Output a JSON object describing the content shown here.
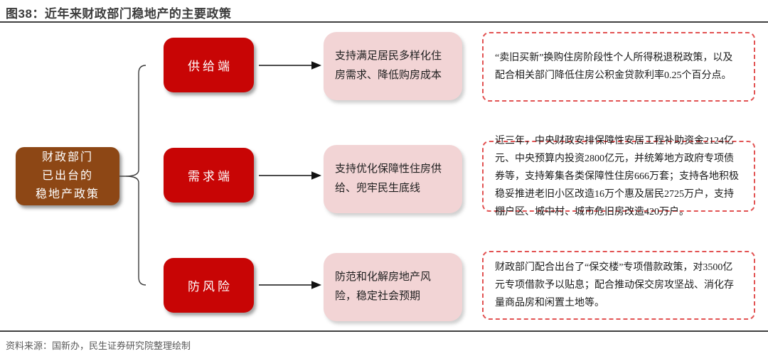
{
  "figure": {
    "title": "图38：近年来财政部门稳地产的主要政策",
    "source": "资料来源：国新办，民生证券研究院整理绘制"
  },
  "root": {
    "label": "财政部门\n已出台的\n稳地产政策"
  },
  "branches": [
    {
      "label": "供给端",
      "summary": "支持满足居民多样化住房需求、降低购房成本",
      "detail": "“卖旧买新”换购住房阶段性个人所得税退税政策，以及配合相关部门降低住房公积金贷款利率0.25个百分点。"
    },
    {
      "label": "需求端",
      "summary": "支持优化保障性住房供给、兜牢民生底线",
      "detail": "近三年，中央财政安排保障性安居工程补助资金2124亿元、中央预算内投资2800亿元，并统筹地方政府专项债券等，支持筹集各类保障性住房666万套；支持各地积极稳妥推进老旧小区改造16万个惠及居民2725万户，支持棚户区、城中村、城市危旧房改造420万户。"
    },
    {
      "label": "防风险",
      "summary": "防范和化解房地产风险，稳定社会预期",
      "detail": "财政部门配合出台了“保交楼”专项借款政策，对3500亿元专项借款予以贴息；配合推动保交房攻坚战、消化存量商品房和闲置土地等。"
    }
  ],
  "colors": {
    "node_red": "#c80505",
    "root_brown": "#8d4715",
    "summary_pink": "#f2d4d5",
    "detail_border_red": "#e25353",
    "rule_gray": "#404040",
    "title_gray": "#3d3d3d",
    "source_gray": "#595959"
  }
}
